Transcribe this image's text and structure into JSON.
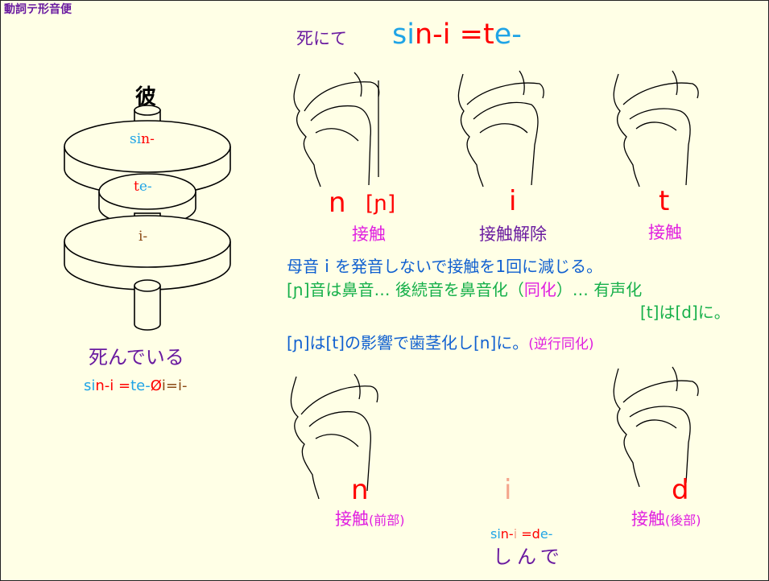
{
  "corner_title": "動詞テ形音便",
  "title": {
    "jp": "死にて",
    "rm_a": "si",
    "rm_b": "n-i =t",
    "rm_c": "e-"
  },
  "stack": {
    "kare": "彼",
    "l1a": "si",
    "l1b": "n-",
    "l2a": "t",
    "l2b": "e-",
    "l3": "i-"
  },
  "shinde_iru": "死んでいる",
  "formula": {
    "a": "si",
    "b": "n-i =",
    "c": "te-",
    "d": "Ø",
    "e": "i=i-"
  },
  "top_labels": {
    "n": "n",
    "ipa": "[ɲ]",
    "contact1": "接触",
    "i": "i",
    "release": "接触解除",
    "t": "t",
    "contact2": "接触"
  },
  "notes": {
    "line1": "母音ｉを発音しないで接触を1回に減じる。",
    "line2a": "[ɲ]音は鼻音… 後続音を鼻音化（",
    "line2b": "同化",
    "line2c": "）… 有声化",
    "line3": "[t]は[d]に。",
    "line4a": "[ɲ]は[t]の影響で歯茎化し[n]に。",
    "line4b": "(逆行同化)"
  },
  "bottom_labels": {
    "n": "n",
    "contact_front_a": "接触",
    "contact_front_b": "(前部)",
    "i": "i",
    "d": "d",
    "contact_back_a": "接触",
    "contact_back_b": "(後部)"
  },
  "bottom_formula": {
    "a": "si",
    "b": "n-",
    "c": "i",
    "d": " =",
    "e": "d",
    "f": "e-"
  },
  "shinde": "しんで"
}
